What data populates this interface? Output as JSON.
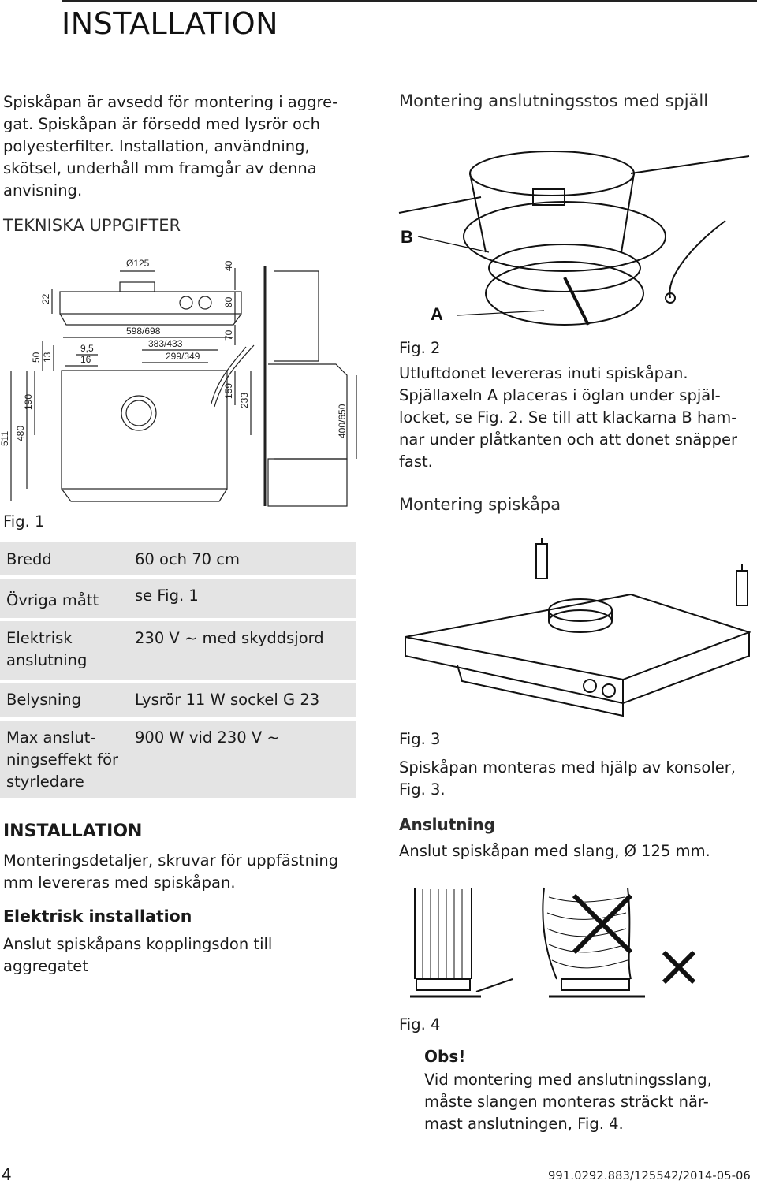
{
  "header": {
    "title": "INSTALLATION"
  },
  "intro": {
    "lines": [
      "Spiskåpan är avsedd för montering i aggre-",
      "gat. Spiskåpan är försedd med lysrör och",
      "polyesterfilter. Installation, användning,",
      "skötsel, underhåll mm framgår av denna",
      "anvisning."
    ]
  },
  "tech": {
    "heading": "TEKNISKA UPPGIFTER"
  },
  "fig1": {
    "label": "Fig. 1",
    "dims": {
      "d125": "Ø125",
      "d40": "40",
      "d22": "22",
      "d80": "80",
      "d598": "598/698",
      "d383": "383/433",
      "d299": "299/349",
      "d9_5": "9,5",
      "d16": "16",
      "d50": "50",
      "d13": "13",
      "d70": "70",
      "d190": "190",
      "d480": "480",
      "d511": "511",
      "d159": "159",
      "d233": "233",
      "d400": "400/650"
    }
  },
  "specs": [
    {
      "key": "Bredd",
      "value": "60 och 70 cm"
    },
    {
      "key": "Övriga mått",
      "value": "se Fig. 1"
    },
    {
      "key": "Elektrisk anslutning",
      "value": "230 V ~ med skyddsjord"
    },
    {
      "key": "Belysning",
      "value": "Lysrör 11 W sockel G 23"
    },
    {
      "key": "Max anslutningseffekt för styrledare",
      "value": "900 W vid 230 V ~"
    }
  ],
  "spec_keys_display": {
    "elektrisk_1": "Elektrisk",
    "elektrisk_2": "anslutning",
    "max_1": "Max anslut-",
    "max_2": "ningseffekt för",
    "max_3": "styrledare"
  },
  "installation": {
    "heading": "INSTALLATION",
    "lines": [
      "Monteringsdetaljer, skruvar för uppfästning",
      "mm levereras med spiskåpan."
    ]
  },
  "electrical": {
    "heading": "Elektrisk installation",
    "lines": [
      "Anslut spiskåpans kopplingsdon till",
      "aggregatet"
    ]
  },
  "right": {
    "mount_heading": "Montering anslutningsstos med spjäll",
    "fig2": {
      "label": "Fig. 2",
      "letter_a": "A",
      "letter_b": "B",
      "lines": [
        "Utluftdonet levereras inuti spiskåpan.",
        "Spjällaxeln A placeras i öglan under spjäl-",
        "locket, se Fig. 2. Se till att klackarna B ham-",
        "nar under plåtkanten och att donet snäpper",
        "fast."
      ]
    },
    "hood_heading": "Montering spiskåpa",
    "fig3": {
      "label": "Fig. 3",
      "lines": [
        "Spiskåpan monteras med hjälp av konsoler,",
        "Fig. 3."
      ]
    },
    "connection": {
      "heading": "Anslutning",
      "text": "Anslut spiskåpan med slang, Ø 125 mm."
    },
    "fig4": {
      "label": "Fig. 4"
    },
    "note": {
      "heading": "Obs!",
      "lines": [
        "Vid montering med anslutningsslang,",
        "måste slangen monteras sträckt när-",
        "mast anslutningen, Fig. 4."
      ]
    }
  },
  "footer": {
    "page": "4",
    "code": "991.0292.883/125542/2014-05-06"
  }
}
